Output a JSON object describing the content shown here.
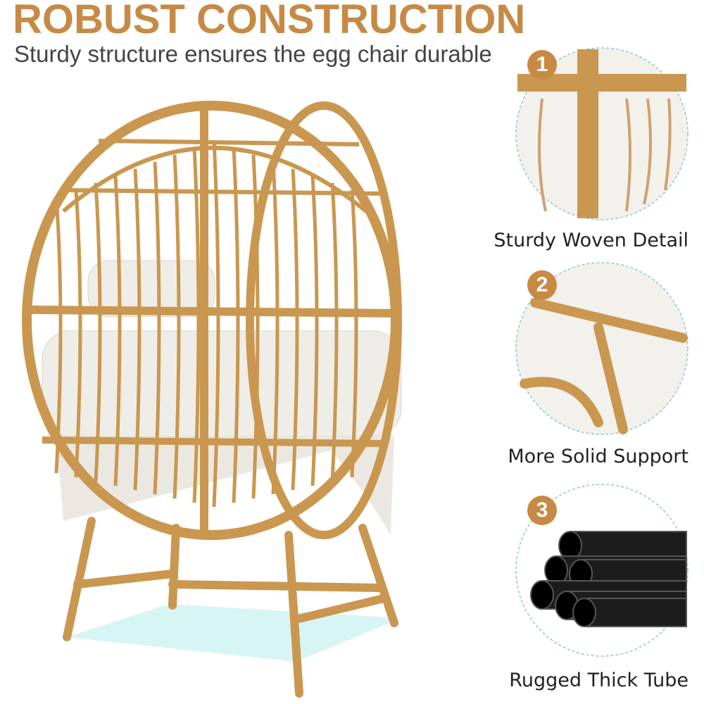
{
  "header": {
    "title": "ROBUST CONSTRUCTION",
    "subtitle": "Sturdy structure ensures the egg chair durable"
  },
  "features": [
    {
      "number": "1",
      "label": "Sturdy Woven Detail"
    },
    {
      "number": "2",
      "label": "More Solid Support"
    },
    {
      "number": "3",
      "label": "Rugged Thick Tube"
    }
  ],
  "colors": {
    "accent": "#c68a45",
    "rattan": "#c9974f",
    "cushion": "#efede8",
    "tube": "#1c1c1c",
    "dashed_circle": "#8fc9c9"
  }
}
